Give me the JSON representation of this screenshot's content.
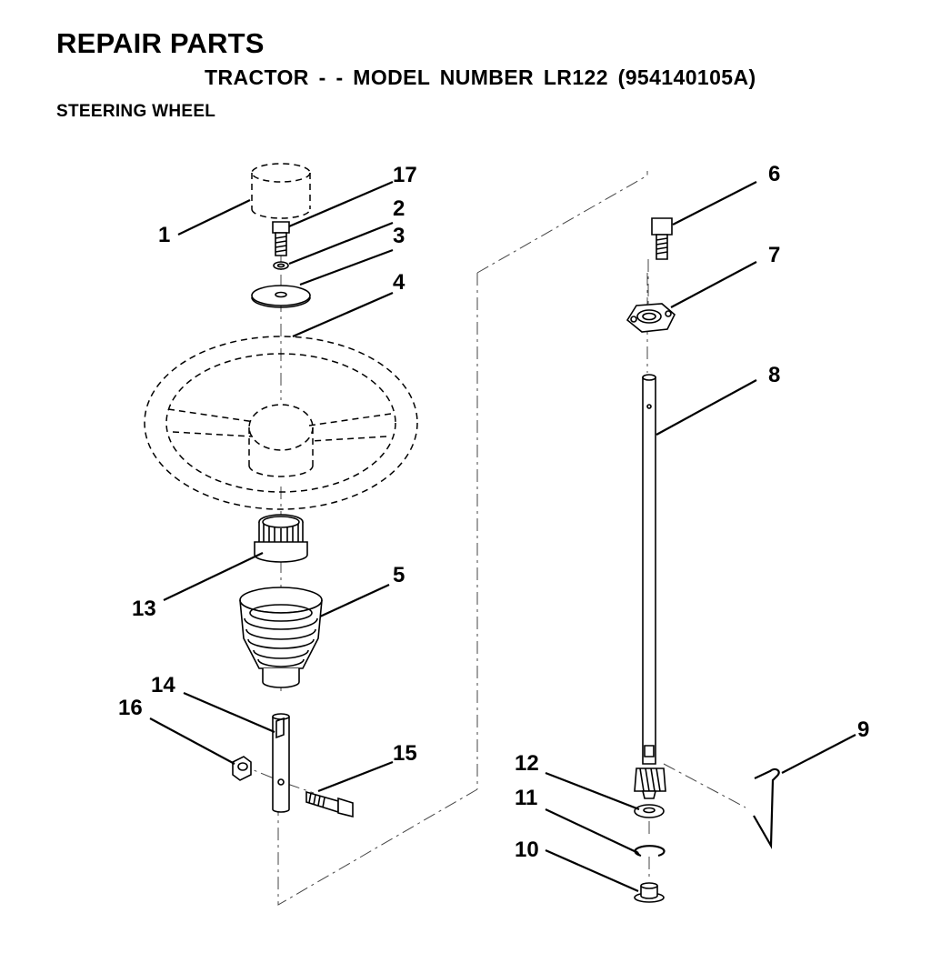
{
  "header": {
    "title": "REPAIR PARTS",
    "subtitle": "TRACTOR - - MODEL NUMBER LR122 (954140105A)",
    "section": "STEERING WHEEL"
  },
  "callouts": [
    "1",
    "2",
    "3",
    "4",
    "5",
    "6",
    "7",
    "8",
    "9",
    "10",
    "11",
    "12",
    "13",
    "14",
    "15",
    "16",
    "17"
  ]
}
